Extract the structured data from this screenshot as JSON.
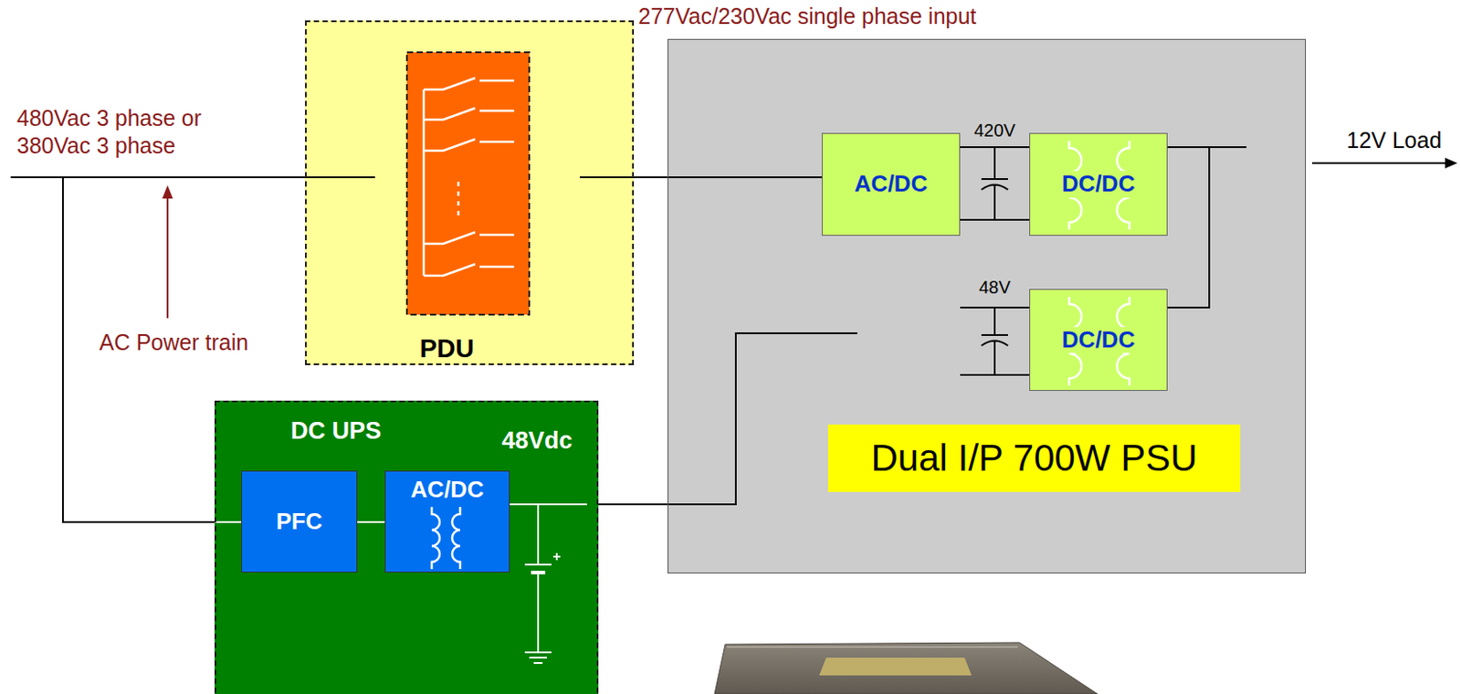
{
  "diagram": {
    "nodes": [
      {
        "text": [
          "PDU"
        ]
      },
      {
        "text": [
          "Dual I/P 700W PSU"
        ]
      },
      {
        "text": [
          "AC/DC"
        ],
        "in": 1
      },
      {
        "text": [
          "DC/DC"
        ],
        "in": 1
      },
      {
        "text": [
          "DC/DC"
        ],
        "in": 1
      },
      {
        "text": [
          "DC UPS",
          "48Vdc"
        ]
      },
      {
        "text": [
          "PFC"
        ],
        "in": 5
      },
      {
        "text": [
          "AC/DC"
        ],
        "in": 5
      }
    ],
    "edges": [
      {
        "from": 0,
        "to": 2,
        "arrow": "none"
      },
      {
        "from": 2,
        "to": 3,
        "arrow": "none"
      },
      {
        "from": 4,
        "to": 3,
        "arrow": "none"
      },
      {
        "from": 5,
        "to": 4,
        "arrow": "none"
      },
      {
        "from": 6,
        "to": 7,
        "arrow": "none"
      }
    ],
    "labels": [
      "480Vac 3 phase or 380Vac 3 phase",
      "277Vac/230Vac single phase input",
      "AC Power train",
      "420V",
      "48V",
      "12V Load"
    ]
  }
}
